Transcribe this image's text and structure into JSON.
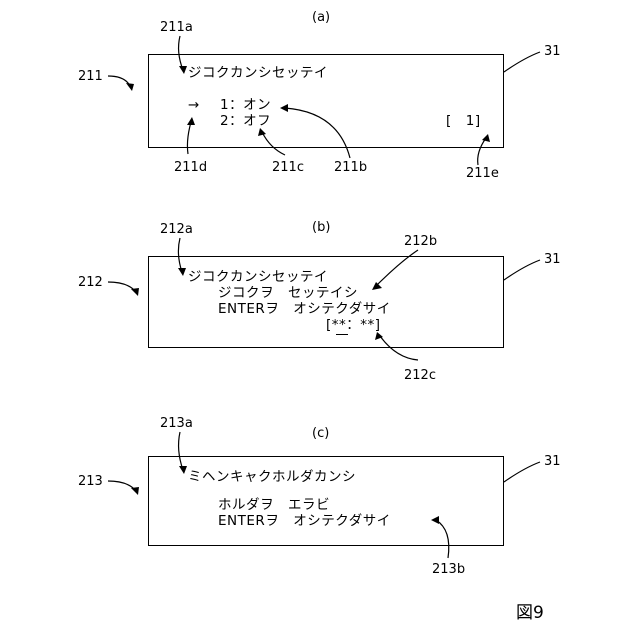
{
  "figure_label": "図9",
  "panels": {
    "a": {
      "caption": "(a)",
      "ref_panel": "211",
      "ref_title": "211a",
      "ref_option": "211b",
      "ref_option2": "211c",
      "ref_cursor": "211d",
      "ref_count": "211e",
      "ref_display": "31",
      "title": "ジコクカンシセッテイ",
      "cursor": "→",
      "option1": "1：オン",
      "option2": "2：オフ",
      "count": "[　1]"
    },
    "b": {
      "caption": "(b)",
      "ref_panel": "212",
      "ref_title": "212a",
      "ref_message": "212b",
      "ref_time": "212c",
      "ref_display": "31",
      "title": "ジコクカンシセッテイ",
      "message1": "ジコクヲ　セッテイシ",
      "message2": "ENTERヲ　オシテクダサイ",
      "time_input": "[**：**]"
    },
    "c": {
      "caption": "(c)",
      "ref_panel": "213",
      "ref_title": "213a",
      "ref_message": "213b",
      "ref_display": "31",
      "title": "ミヘンキャクホルダカンシ",
      "message1": "ホルダヲ　エラビ",
      "message2": "ENTERヲ　オシテクダサイ"
    }
  }
}
